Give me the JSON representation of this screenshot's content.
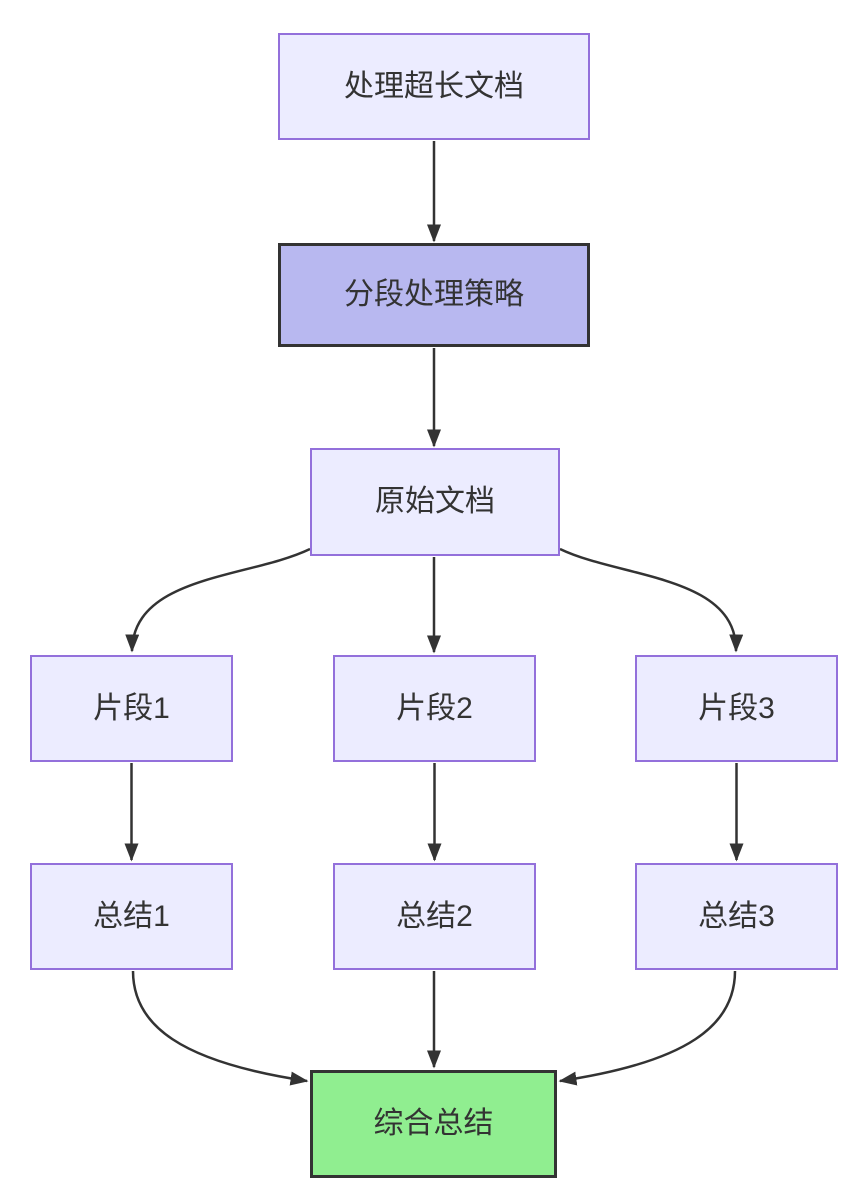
{
  "diagram": {
    "type": "flowchart",
    "direction": "top-down",
    "nodes": {
      "process_long_doc": {
        "label": "处理超长文档"
      },
      "segment_strategy": {
        "label": "分段处理策略"
      },
      "original_doc": {
        "label": "原始文档"
      },
      "fragment_1": {
        "label": "片段1"
      },
      "fragment_2": {
        "label": "片段2"
      },
      "fragment_3": {
        "label": "片段3"
      },
      "summary_1": {
        "label": "总结1"
      },
      "summary_2": {
        "label": "总结2"
      },
      "summary_3": {
        "label": "总结3"
      },
      "final_summary": {
        "label": "综合总结"
      }
    },
    "edges": [
      {
        "from": "处理超长文档",
        "to": "分段处理策略"
      },
      {
        "from": "分段处理策略",
        "to": "原始文档"
      },
      {
        "from": "原始文档",
        "to": "片段1"
      },
      {
        "from": "原始文档",
        "to": "片段2"
      },
      {
        "from": "原始文档",
        "to": "片段3"
      },
      {
        "from": "片段1",
        "to": "总结1"
      },
      {
        "from": "片段2",
        "to": "总结2"
      },
      {
        "from": "片段3",
        "to": "总结3"
      },
      {
        "from": "总结1",
        "to": "综合总结"
      },
      {
        "from": "总结2",
        "to": "综合总结"
      },
      {
        "from": "总结3",
        "to": "综合总结"
      }
    ],
    "colors": {
      "node_fill": "#ececff",
      "node_border": "#9370db",
      "strategy_fill": "#b8b8f0",
      "final_fill": "#90ee90",
      "emphasis_border": "#333333",
      "edge": "#333333",
      "text": "#333333",
      "background": "#ffffff"
    }
  }
}
